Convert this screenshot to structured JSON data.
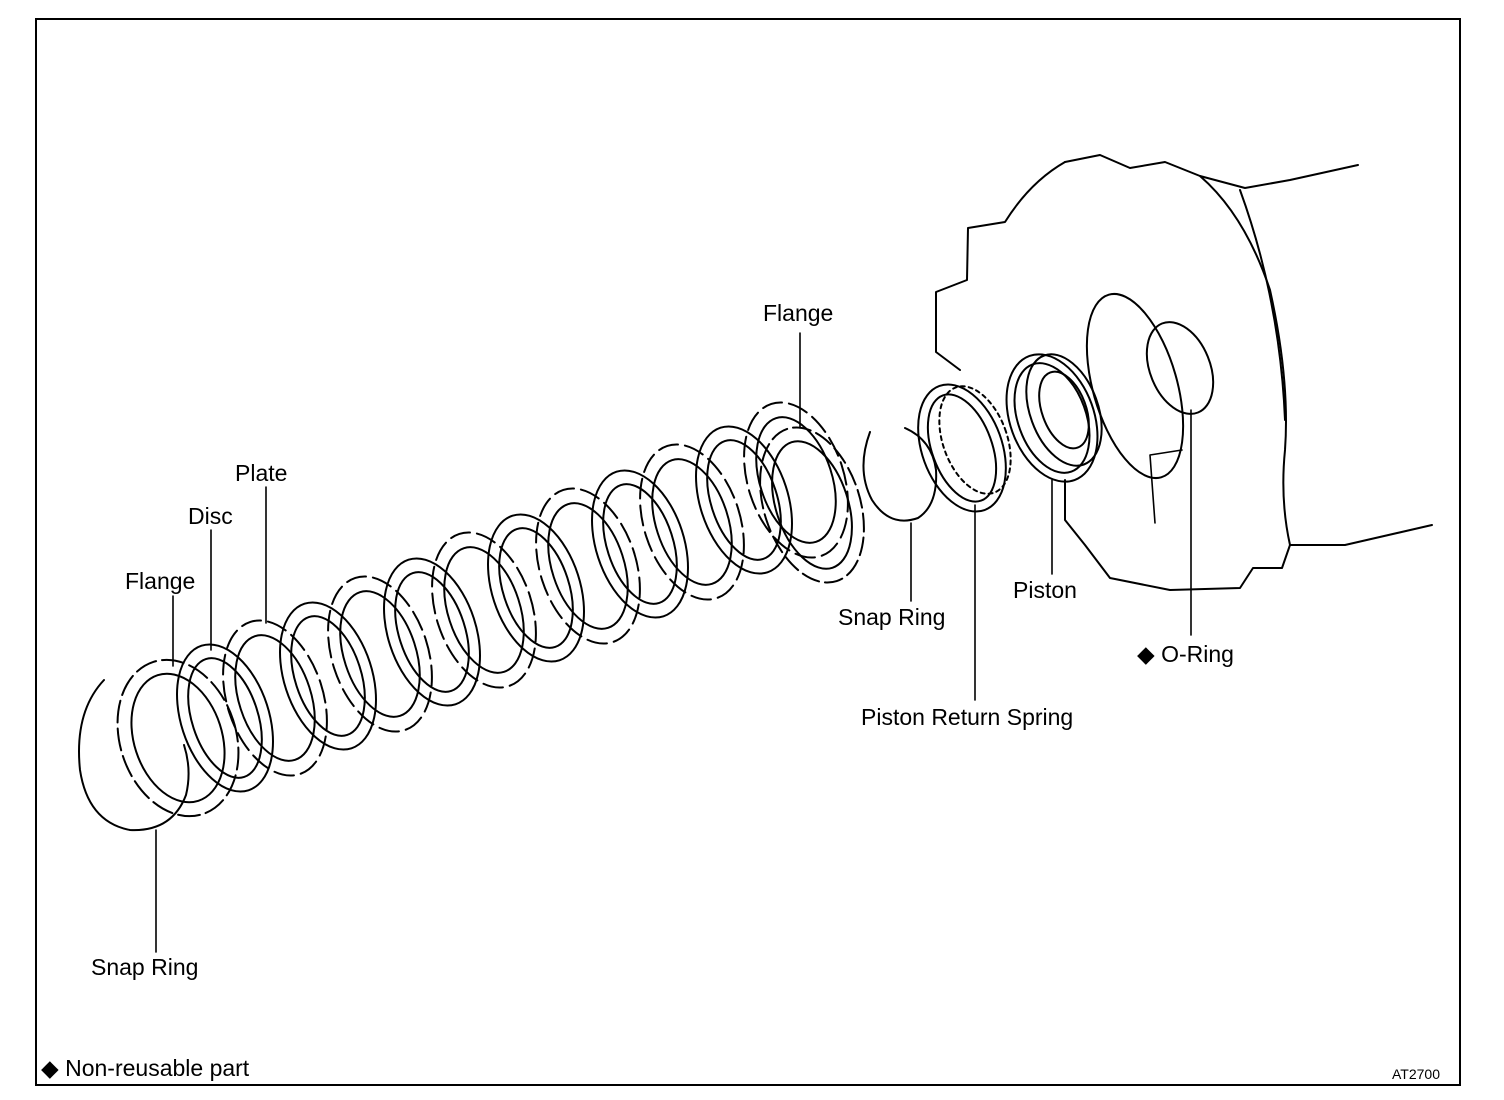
{
  "labels": {
    "flange_right": "Flange",
    "plate": "Plate",
    "disc": "Disc",
    "flange_left": "Flange",
    "snap_ring_left": "Snap Ring",
    "snap_ring_right": "Snap Ring",
    "piston": "Piston",
    "o_ring": "O-Ring",
    "piston_return_spring": "Piston Return Spring"
  },
  "legend": {
    "marker": "◆",
    "text": "Non-reusable part"
  },
  "figure_code": "AT2700"
}
